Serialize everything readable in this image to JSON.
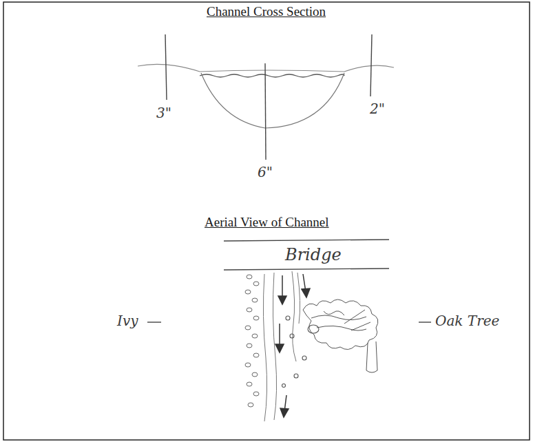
{
  "diagram": {
    "title": "Channel Cross Section",
    "labels": [
      "Aerial View of Channel",
      "3\"",
      "6\"",
      "2\"",
      "Bridge",
      "Ivy",
      "Oak Tree"
    ]
  }
}
